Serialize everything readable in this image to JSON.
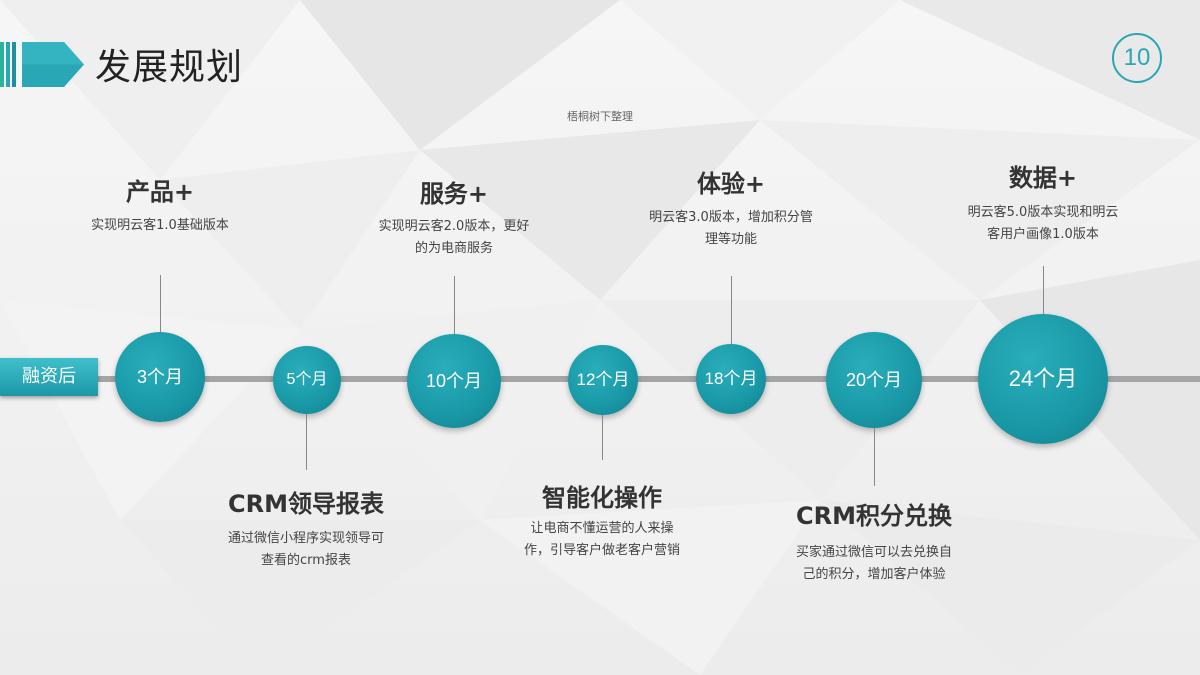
{
  "header": {
    "title": "发展规划",
    "page_number": "10"
  },
  "note": "梧桐树下整理",
  "start_label": "融资后",
  "colors": {
    "accent": "#2aa7b5",
    "node": "#1a9aa8",
    "line": "#a5a5a5"
  },
  "milestones": [
    {
      "month": "3个月",
      "heading": "产品+",
      "desc_lines": [
        "实现明云客1.0基础版本"
      ]
    },
    {
      "month": "5个月",
      "heading": "CRM领导报表",
      "desc_lines": [
        "通过微信小程序实现领导可",
        "查看的crm报表"
      ]
    },
    {
      "month": "10个月",
      "heading": "服务+",
      "desc_lines": [
        "实现明云客2.0版本，更好",
        "的为电商服务"
      ]
    },
    {
      "month": "12个月",
      "heading": "智能化操作",
      "desc_lines": [
        "让电商不懂运营的人来操",
        "作，引导客户做老客户营销"
      ]
    },
    {
      "month": "18个月",
      "heading": "体验+",
      "desc_lines": [
        "明云客3.0版本，增加积分管",
        "理等功能"
      ]
    },
    {
      "month": "20个月",
      "heading": "CRM积分兑换",
      "desc_lines": [
        "买家通过微信可以去兑换自",
        "己的积分，增加客户体验"
      ]
    },
    {
      "month": "24个月",
      "heading": "数据+",
      "desc_lines": [
        "明云客5.0版本实现和明云",
        "客用户画像1.0版本"
      ]
    }
  ]
}
